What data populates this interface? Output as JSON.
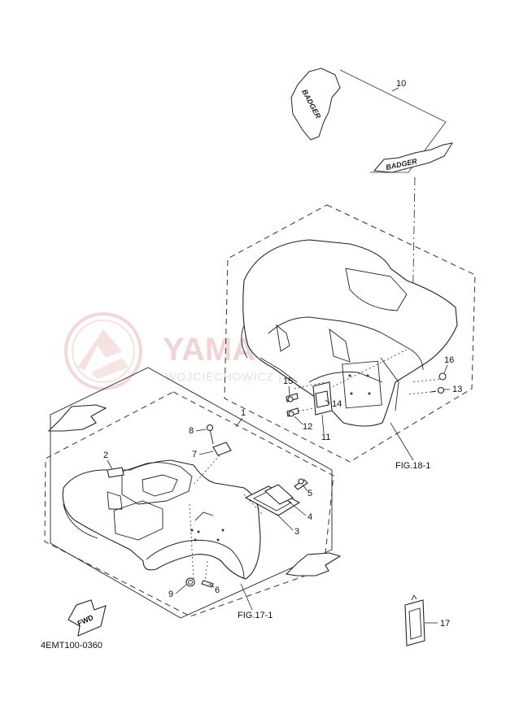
{
  "watermark": {
    "brand": "YAMASKLEP.PL",
    "subtitle": "WOJCIECHOWICZ | DEALER YAMAHA"
  },
  "decal_text": "BADGER",
  "callouts": [
    "1",
    "2",
    "3",
    "4",
    "5",
    "6",
    "7",
    "8",
    "9",
    "10",
    "11",
    "12",
    "13",
    "14",
    "15",
    "16",
    "17"
  ],
  "figure_refs": {
    "rear": "FIG.18-1",
    "front": "FIG.17-1"
  },
  "fwd_label": "FWD",
  "diagram_code": "4EMT100-0360"
}
